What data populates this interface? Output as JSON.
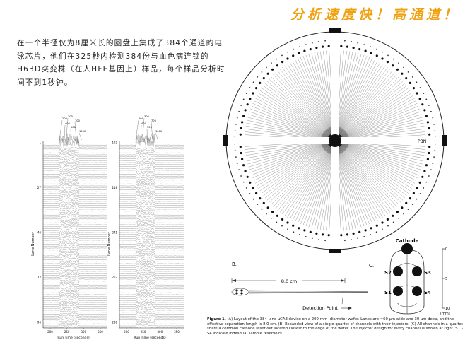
{
  "header": {
    "title": "分析速度快！高通道！"
  },
  "intro": {
    "text": "在一个半径仅为8厘米长的圆盘上集成了384个通道的电泳芯片，他们在325秒内检测384份与血色病连锁的H63D突变株（在人HFE基因上）样品，每个样品分析时间不到1秒钟。"
  },
  "electropherogram": {
    "left": {
      "ylabel": "Lane Number",
      "xlabel": "Run Time (seconds)",
      "yticks": [
        "1",
        "27",
        "46",
        "72",
        "96"
      ],
      "xticks": [
        "200",
        "250",
        "300",
        "350"
      ],
      "peak_labels": [
        "200",
        "300",
        "400",
        "500",
        "700",
        "1000"
      ]
    },
    "right": {
      "ylabel": "Lane Number",
      "xlabel": "Run Time (seconds)",
      "yticks": [
        "193",
        "218",
        "245",
        "267",
        "288"
      ],
      "xticks": [
        "200",
        "250",
        "300",
        "350"
      ],
      "peak_labels": [
        "200",
        "300",
        "400",
        "500",
        "700",
        "1000"
      ]
    }
  },
  "wafer": {
    "label": "PBN",
    "channels": 384
  },
  "panel_b": {
    "label": "B.",
    "dimension": "8.0 cm",
    "detection_label": "Detection Point"
  },
  "panel_c": {
    "label": "C.",
    "cathode_label": "Cathode",
    "reservoirs": [
      "S1",
      "S2",
      "S3",
      "S4"
    ],
    "scale_ticks": [
      "0",
      "5",
      "10"
    ],
    "scale_unit": "(mm)"
  },
  "caption": {
    "figure_label": "Figure 1.",
    "text": " (A) Layout of the 384-lane μCAE device on a 200-mm -diameter wafer. Lanes are ~60 μm wide and 30 μm deep, and the effective separation length is 8.0 cm. (B) Expanded view of a single-quartet of channels with their injectors. (C) All channels in a quartet share a common cathode reservoir located closest to the edge of the wafer. The injector design for every channel is shown at right. S1 – S4 indicate individual sample reservoirs."
  }
}
